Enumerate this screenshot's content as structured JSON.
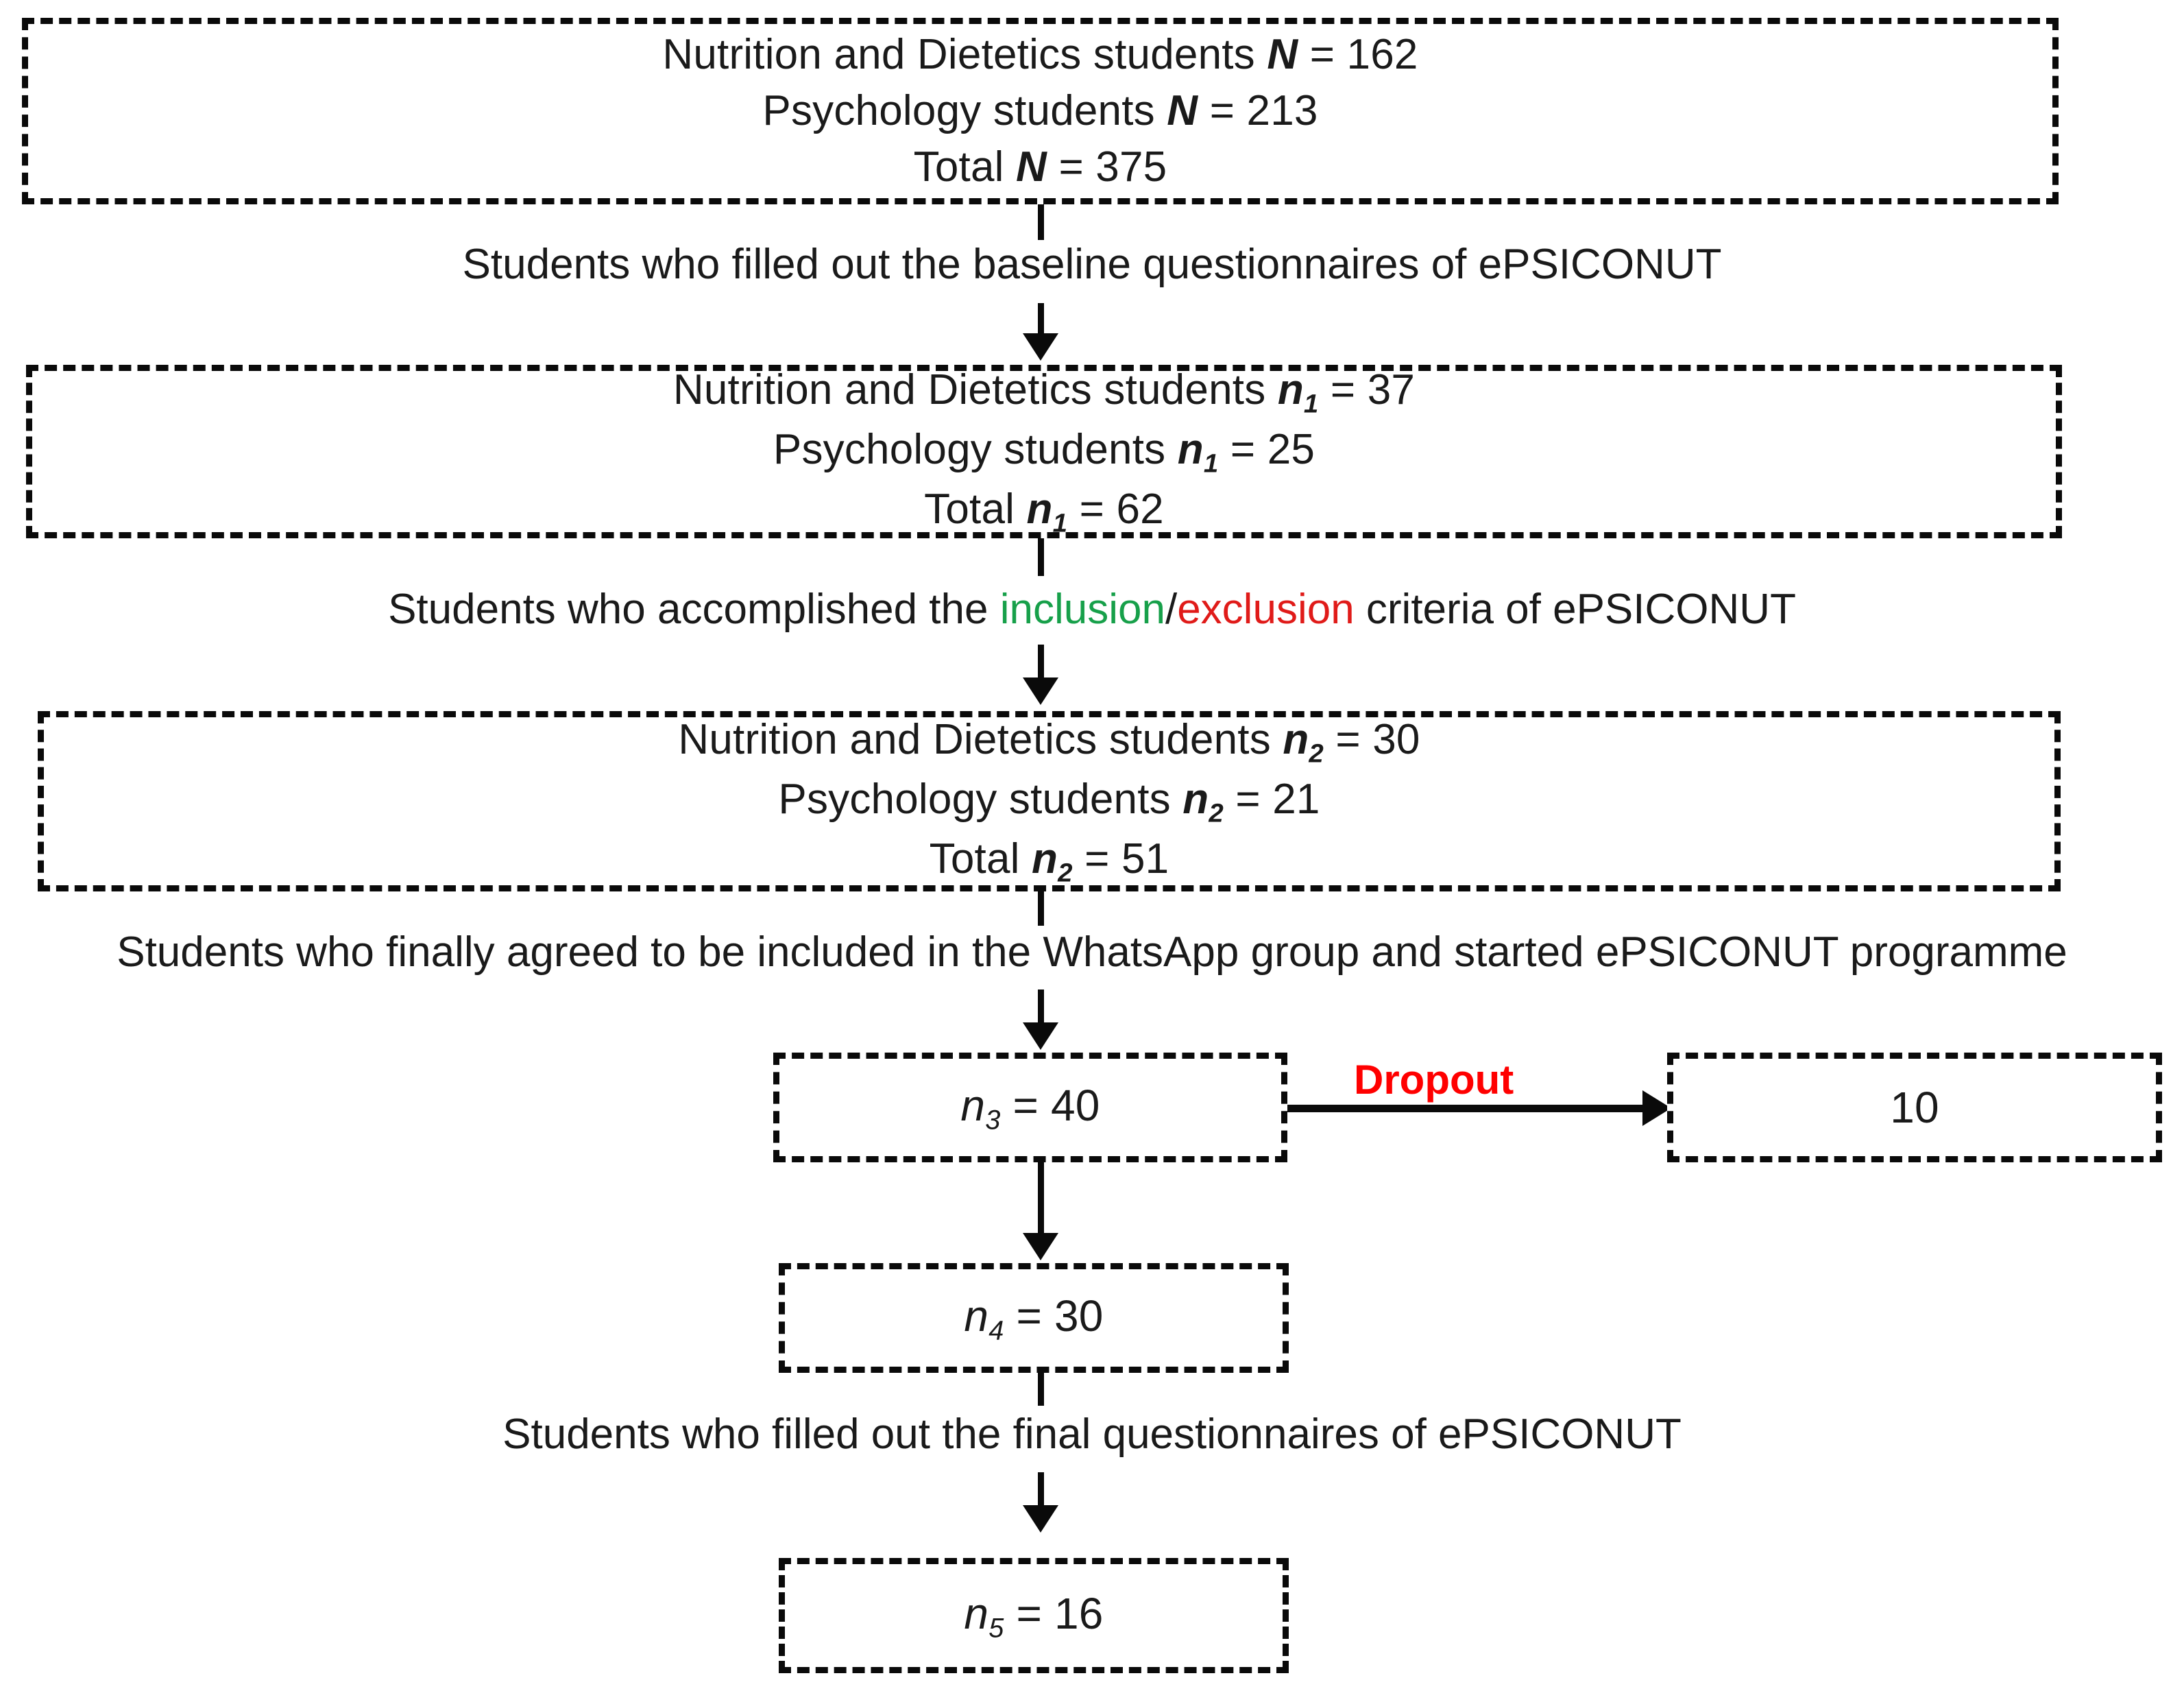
{
  "diagram": {
    "title": "ePSICONUT participant flow diagram",
    "colors": {
      "inclusion": "#17a04a",
      "exclusion": "#e01b19",
      "dropout": "#ff0000",
      "box_border": "#0a0a0a",
      "text": "#1a1a1a",
      "background": "#ffffff"
    },
    "nodes": {
      "box1": {
        "line1_prefix": "Nutrition and Dietetics students ",
        "line1_symbol": "N",
        "line1_value": " = 162",
        "line2_prefix": "Psychology students ",
        "line2_symbol": "N",
        "line2_value": " = 213",
        "line3_prefix": "Total ",
        "line3_symbol": "N",
        "line3_value": " = 375"
      },
      "box2": {
        "line1_prefix": "Nutrition and Dietetics students ",
        "line1_symbol": "n",
        "line1_sub": "1",
        "line1_value": " = 37",
        "line2_prefix": "Psychology students ",
        "line2_symbol": "n",
        "line2_sub": "1",
        "line2_value": "  = 25",
        "line3_prefix": "Total ",
        "line3_symbol": "n",
        "line3_sub": "1",
        "line3_value": " = 62"
      },
      "box3": {
        "line1_prefix": "Nutrition and Dietetics students ",
        "line1_symbol": "n",
        "line1_sub": "2",
        "line1_value": " = 30",
        "line2_prefix": "Psychology students ",
        "line2_symbol": "n",
        "line2_sub": "2",
        "line2_value": " = 21",
        "line3_prefix": "Total ",
        "line3_symbol": "n",
        "line3_sub": "2",
        "line3_value": " = 51"
      },
      "box4": {
        "symbol": "n",
        "sub": "3",
        "value": " = 40"
      },
      "dropout_box": {
        "value": "10"
      },
      "box5": {
        "symbol": "n",
        "sub": "4",
        "value": "  = 30"
      },
      "box6": {
        "symbol": "n",
        "sub": "5",
        "value": " = 16"
      }
    },
    "captions": {
      "caption1": "Students who filled out the baseline questionnaires of ePSICONUT",
      "caption2_before": "Students who accomplished the ",
      "caption2_inclusion": "inclusion",
      "caption2_slash": "/",
      "caption2_exclusion": "exclusion",
      "caption2_after": " criteria of ePSICONUT",
      "caption3": "Students who finally agreed to be included in the WhatsApp group and started ePSICONUT programme",
      "caption4": "Students who filled out the final questionnaires of ePSICONUT",
      "dropout_label": "Dropout"
    }
  }
}
